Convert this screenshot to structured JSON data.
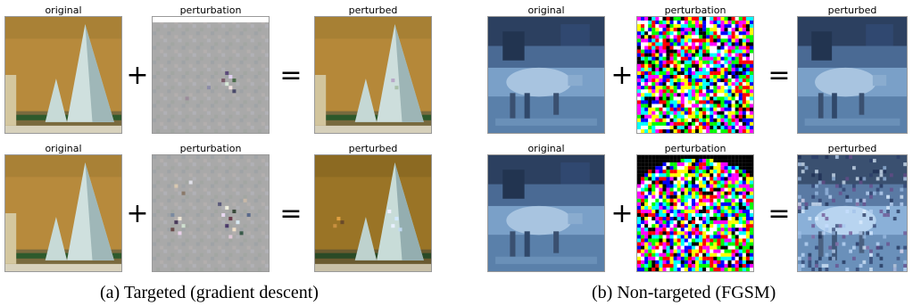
{
  "panels": [
    {
      "caption": "(a)  Targeted (gradient descent)",
      "rows": [
        {
          "labels": [
            "original",
            "perturbation",
            "perturbed"
          ],
          "operators": [
            "+",
            "="
          ]
        },
        {
          "labels": [
            "original",
            "perturbation",
            "perturbed"
          ],
          "operators": [
            "+",
            "="
          ]
        }
      ]
    },
    {
      "caption": "(b)  Non-targeted (FGSM)",
      "rows": [
        {
          "labels": [
            "original",
            "perturbation",
            "perturbed"
          ],
          "operators": [
            "+",
            "="
          ]
        },
        {
          "labels": [
            "original",
            "perturbation",
            "perturbed"
          ],
          "operators": [
            "+",
            "="
          ]
        }
      ]
    }
  ]
}
